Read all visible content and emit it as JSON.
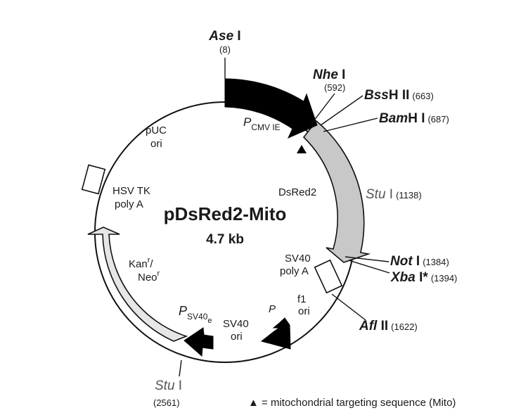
{
  "plasmid": {
    "name": "pDsRed2-Mito",
    "size": "4.7 kb"
  },
  "features": {
    "pcmv": "P",
    "pcmv_sub": "CMV  IE",
    "dsred2": "DsRed2",
    "sv40polya_1": "SV40",
    "sv40polya_2": "poly A",
    "f1ori_1": "f1",
    "f1ori_2": "ori",
    "p_promoter": "P",
    "sv40ori_1": "SV40",
    "sv40ori_2": "ori",
    "psv40": "P",
    "psv40_sub": "SV40",
    "psv40_subsub": "e",
    "kan_1": "Kan",
    "kan_1_sup": "r",
    "kan_1_slash": "/",
    "kan_2": "Neo",
    "kan_2_sup": "r",
    "hsvtk_1": "HSV TK",
    "hsvtk_2": "poly A",
    "puc_1": "pUC",
    "puc_2": "ori"
  },
  "sites": {
    "ase": {
      "italic": "Ase",
      "roman": " I",
      "pos": "(8)"
    },
    "nhe": {
      "italic": "Nhe",
      "roman": " I",
      "pos": "(592)"
    },
    "bss": {
      "italic": "Bss",
      "roman": "H II",
      "pos": "(663)"
    },
    "bam": {
      "italic": "Bam",
      "roman": "H I",
      "pos": "(687)"
    },
    "stu1": {
      "italic": "Stu",
      "roman": " I",
      "pos": "(1138)"
    },
    "not": {
      "italic": "Not",
      "roman": " I",
      "pos": "(1384)"
    },
    "xba": {
      "italic": "Xba",
      "roman": " I*",
      "pos": "(1394)"
    },
    "afl": {
      "italic": "Afl",
      "roman": " II",
      "pos": "(1622)"
    },
    "stu2": {
      "italic": "Stu",
      "roman": " I",
      "pos": "(2561)"
    }
  },
  "legend": {
    "symbol": "▲",
    "text": " = mitochondrial targeting sequence (Mito)"
  },
  "colors": {
    "black_feature": "#000000",
    "dsred_fill": "#c8c8c8",
    "kan_fill": "#e6e6e6",
    "box_fill": "#ffffff"
  }
}
